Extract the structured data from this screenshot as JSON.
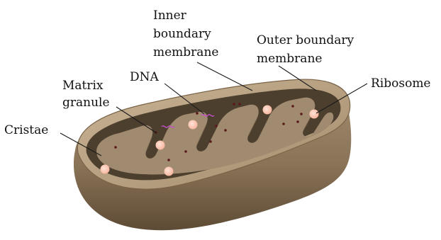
{
  "diagram": {
    "subject": "mitochondrion cross-section",
    "colors": {
      "outer_shell": "#8a7458",
      "outer_shell_dark": "#5e4b35",
      "cut_rim": "#b59f80",
      "cavity": "#4d3f2e",
      "matrix": "#a08a70",
      "granule": "#ffc3b0",
      "dot": "#5a1a1a",
      "dna": "#c050c8"
    },
    "labels": {
      "inner_membrane": [
        "Inner",
        "boundary",
        "membrane"
      ],
      "outer_membrane": [
        "Outer boundary",
        "membrane"
      ],
      "dna": "DNA",
      "matrix_granule": [
        "Matrix",
        "granule"
      ],
      "ribosome": "Ribosome",
      "cristae": "Cristae"
    }
  }
}
